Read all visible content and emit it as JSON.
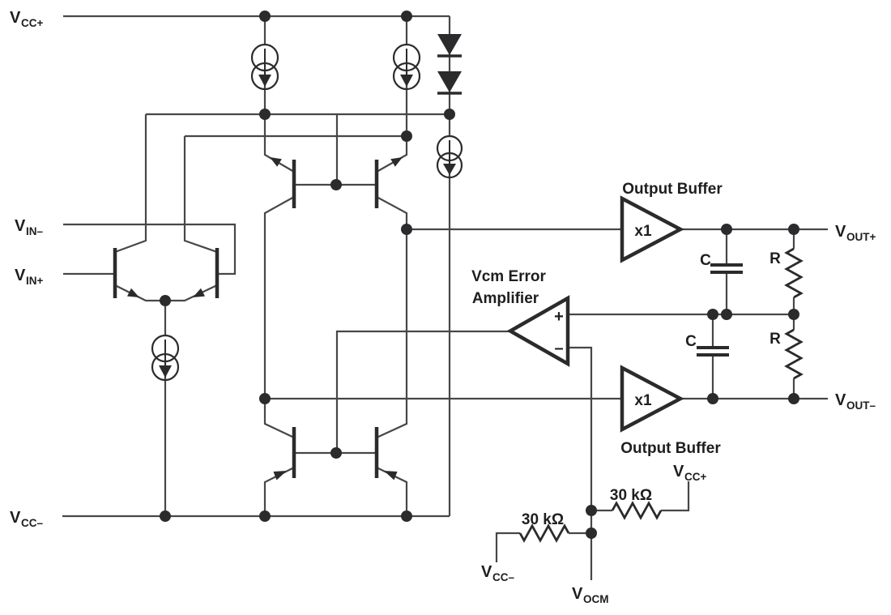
{
  "labels": {
    "vcc_plus_top": {
      "main": "V",
      "sub": "CC+"
    },
    "vcc_minus_left": {
      "main": "V",
      "sub": "CC–"
    },
    "vin_minus": {
      "main": "V",
      "sub": "IN–"
    },
    "vin_plus": {
      "main": "V",
      "sub": "IN+"
    },
    "vout_plus": {
      "main": "V",
      "sub": "OUT+"
    },
    "vout_minus": {
      "main": "V",
      "sub": "OUT–"
    },
    "vocm": {
      "main": "V",
      "sub": "OCM"
    },
    "vcc_plus_ref": {
      "main": "V",
      "sub": "CC+"
    },
    "vcc_minus_ref": {
      "main": "V",
      "sub": "CC–"
    },
    "output_buffer_top": "Output Buffer",
    "output_buffer_bottom": "Output Buffer",
    "vcm_amp_line1": "Vcm Error",
    "vcm_amp_line2": "Amplifier",
    "buffer_gain_top": "x1",
    "buffer_gain_bottom": "x1",
    "resistor_30k_left": "30 kΩ",
    "resistor_30k_right": "30 kΩ",
    "cap_top": "C",
    "cap_bottom": "C",
    "res_top": "R",
    "res_bottom": "R",
    "vcm_plus_input": "+",
    "vcm_minus_input": "–"
  },
  "colors": {
    "background": "#ffffff",
    "wire": "#47474a",
    "component": "#2b2b2d",
    "text": "#1e1e20"
  }
}
